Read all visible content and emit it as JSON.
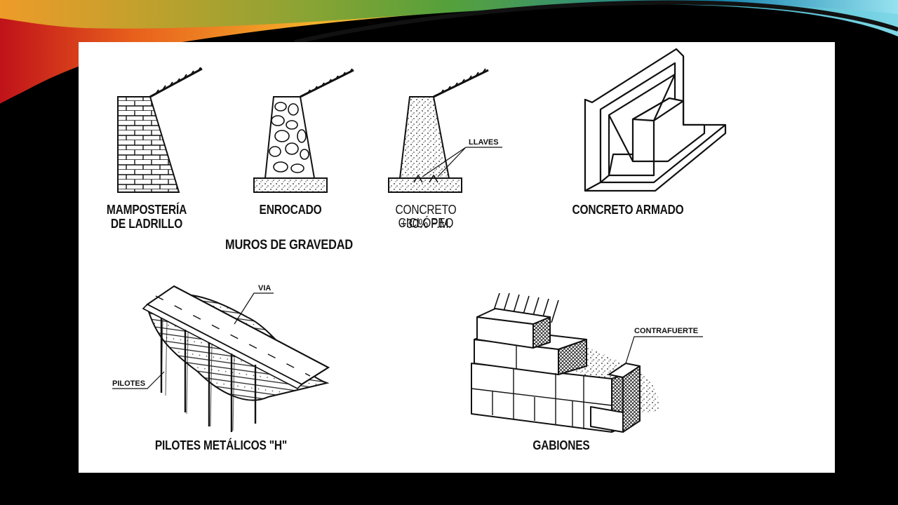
{
  "labels": {
    "mamposteria": "MAMPOSTERÍA",
    "ladrillo": "DE LADRILLO",
    "enrocado": "ENROCADO",
    "ciclopeo": "CONCRETO CICLÓPEO",
    "ciclopeo_pm": "+30% P.M.",
    "armado": "CONCRETO ARMADO",
    "muros": "MUROS DE GRAVEDAD",
    "pilotes_h": "PILOTES METÁLICOS \"H\"",
    "gabiones": "GABIONES"
  },
  "annotations": {
    "llaves": "LLAVES",
    "via": "VIA",
    "pilotes": "PILOTES",
    "contrafuerte": "CONTRAFUERTE"
  }
}
